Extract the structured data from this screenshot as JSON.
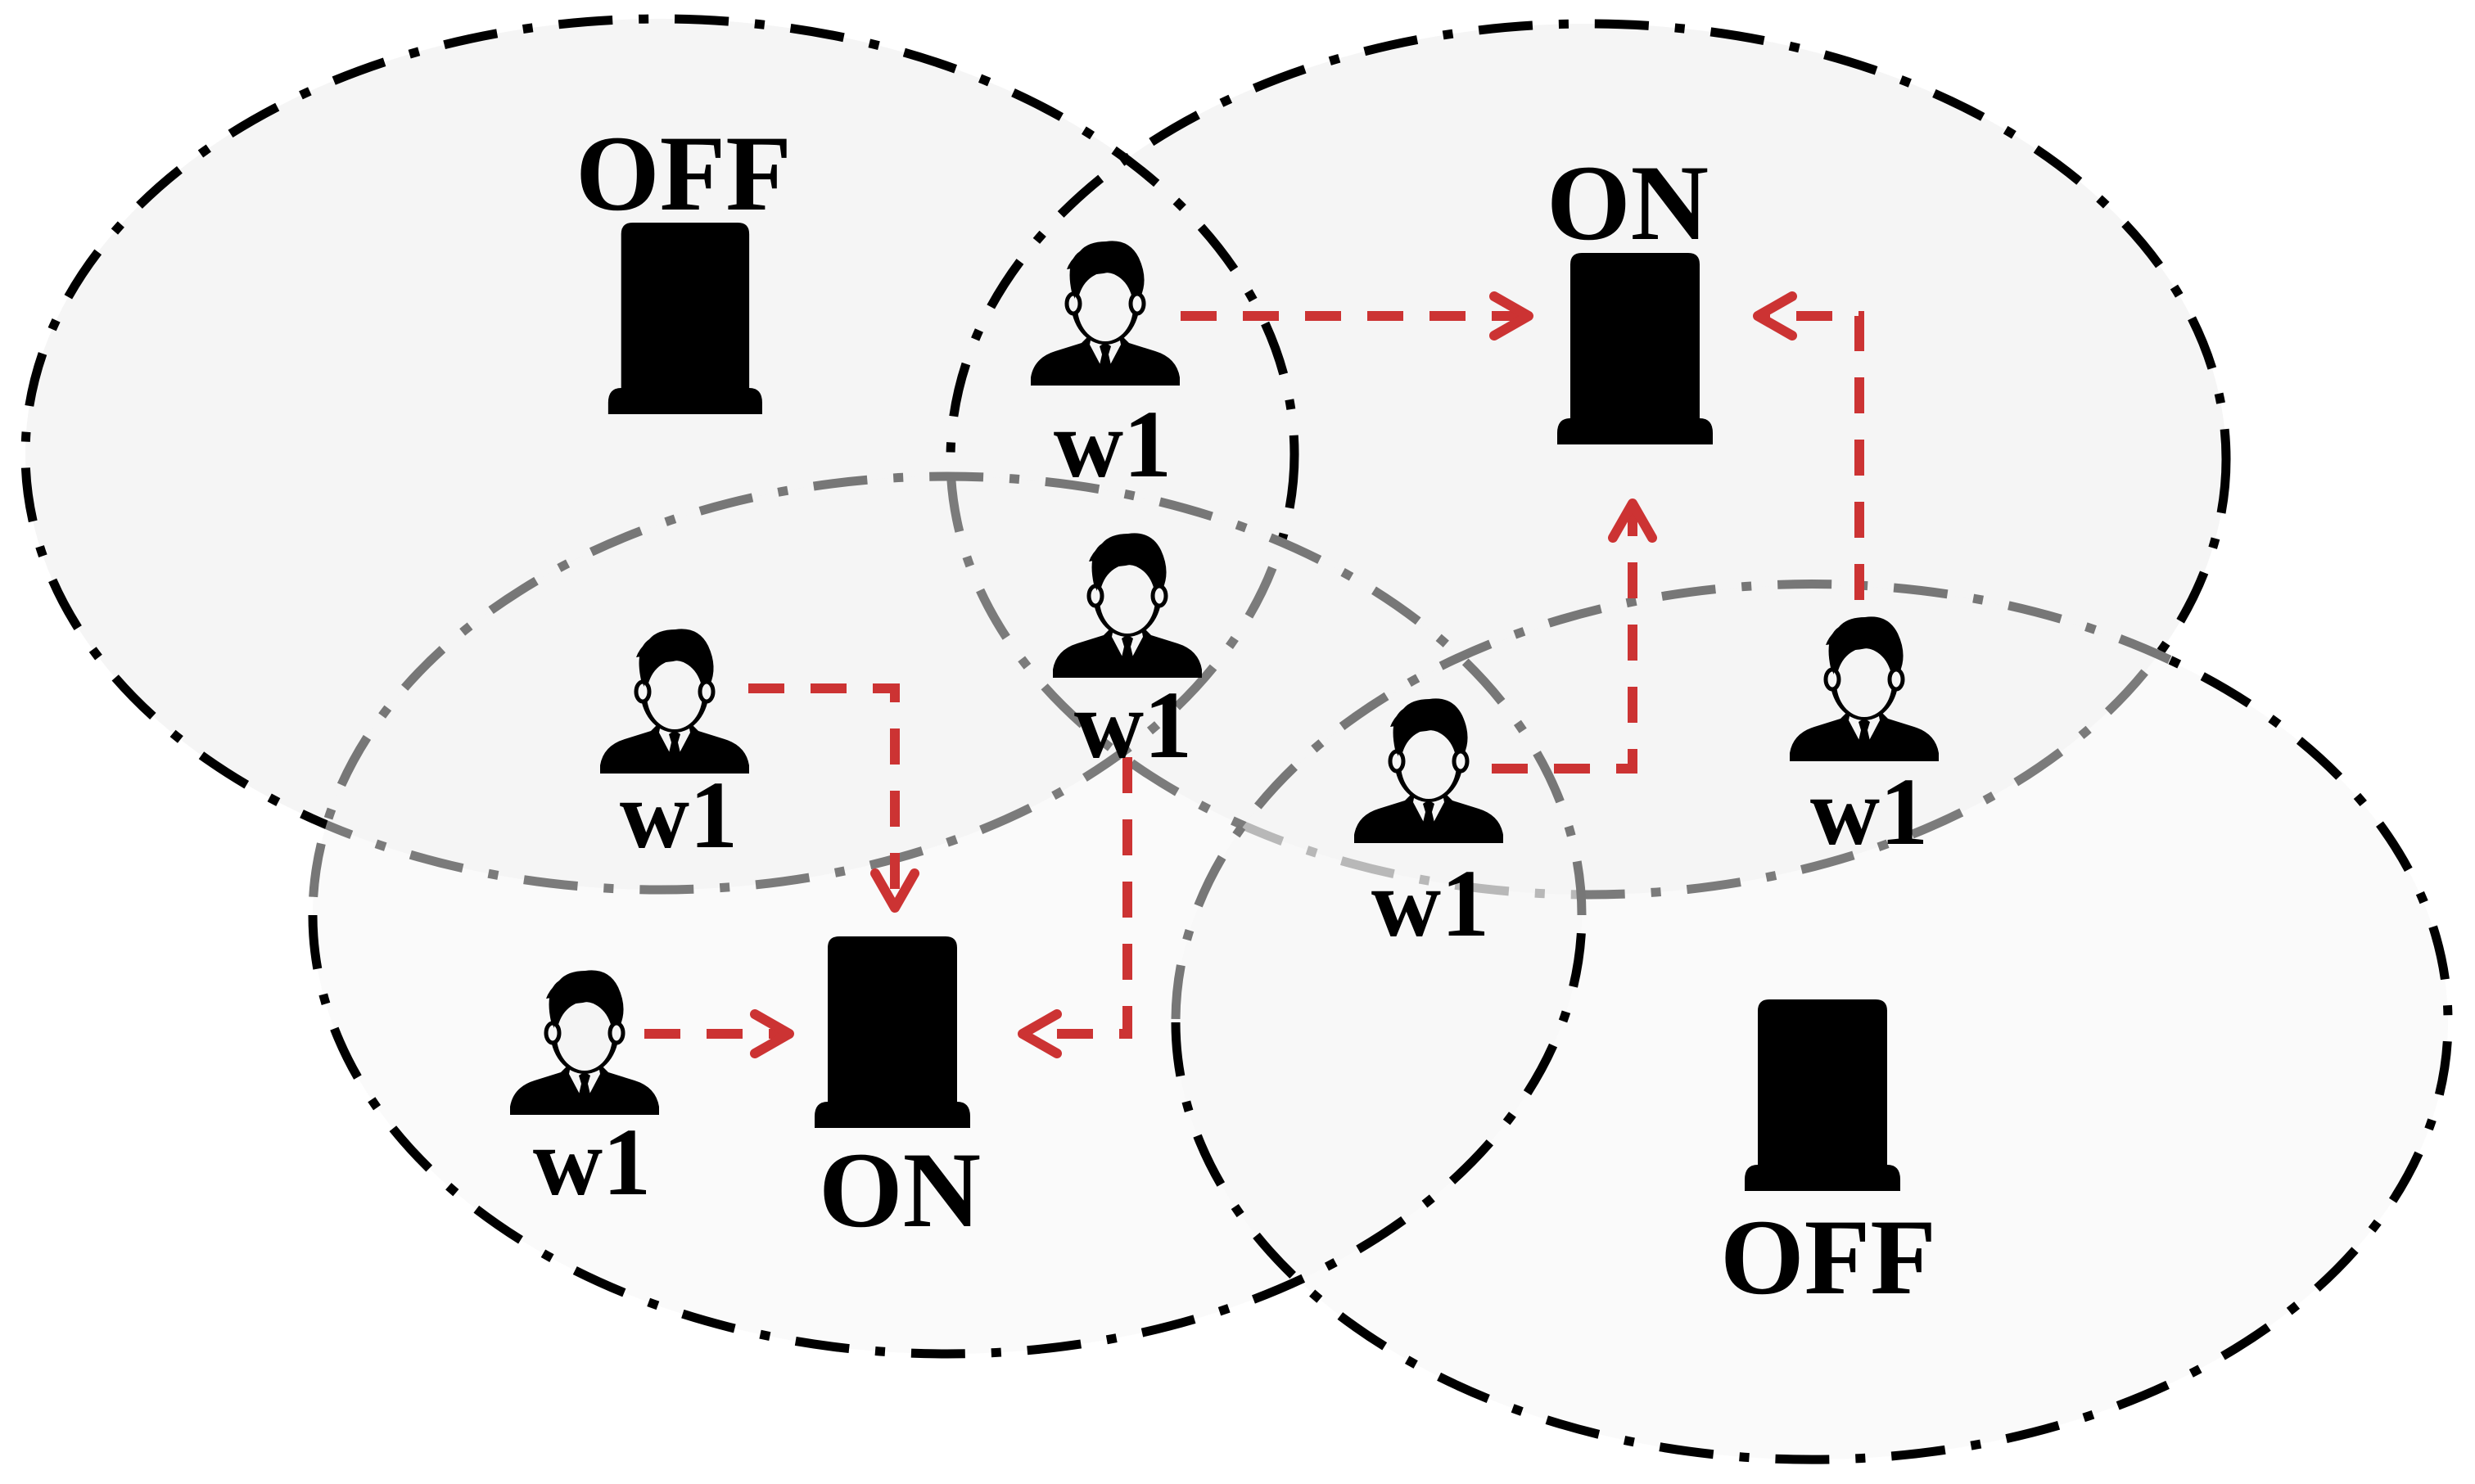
{
  "figure": {
    "description": "Coverage areas of edge servers with workers offloading to active servers",
    "colors": {
      "background": "#ffffff",
      "zone_fill": "#f5f5f5",
      "zone_border": "#000000",
      "arrow": "#cc3333",
      "server_on_body": "#8e959e",
      "server_off_body": "#c9ced3",
      "server_on_stroke": "#111111",
      "server_off_stroke": "#8a8a8a",
      "led_yellow": "#f5d35a",
      "led_off_yellow": "#f0e2b0",
      "status_red": "#e06b5c",
      "status_off_red": "#efb6b0",
      "knob_blue": "#6cc3e8",
      "knob_off_blue": "#a9dcf0"
    }
  },
  "zones": [
    {
      "id": "zone-top-left",
      "server": "server-top-left"
    },
    {
      "id": "zone-top-right",
      "server": "server-top-right"
    },
    {
      "id": "zone-bottom-left",
      "server": "server-bottom-left"
    },
    {
      "id": "zone-bottom-right",
      "server": "server-bottom-right"
    }
  ],
  "servers": [
    {
      "id": "server-top-left",
      "state": "OFF",
      "icon": "server-rack-icon"
    },
    {
      "id": "server-top-right",
      "state": "ON",
      "icon": "server-rack-icon"
    },
    {
      "id": "server-bottom-left",
      "state": "ON",
      "icon": "server-rack-icon"
    },
    {
      "id": "server-bottom-right",
      "state": "OFF",
      "icon": "server-rack-icon"
    }
  ],
  "users": [
    {
      "id": "user-1",
      "label": "w1",
      "icon": "businessman-icon",
      "target": "server-top-right"
    },
    {
      "id": "user-2",
      "label": "w1",
      "icon": "businessman-icon",
      "target": "server-bottom-left"
    },
    {
      "id": "user-3",
      "label": "w1",
      "icon": "businessman-icon",
      "target": "server-bottom-left"
    },
    {
      "id": "user-4",
      "label": "w1",
      "icon": "businessman-icon",
      "target": "server-top-right"
    },
    {
      "id": "user-5",
      "label": "w1",
      "icon": "businessman-icon",
      "target": "server-top-right"
    },
    {
      "id": "user-6",
      "label": "w1",
      "icon": "businessman-icon",
      "target": "server-bottom-left"
    }
  ]
}
